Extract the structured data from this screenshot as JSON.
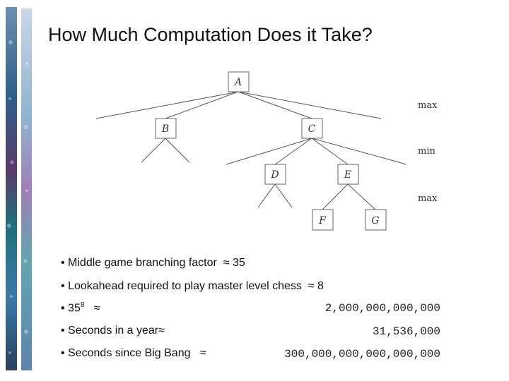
{
  "title": "How Much Computation Does it Take?",
  "tree": {
    "nodes": [
      "A",
      "B",
      "C",
      "D",
      "E",
      "F",
      "G"
    ],
    "levels": [
      "max",
      "min",
      "max"
    ]
  },
  "bullets": [
    {
      "text": "• Middle game branching factor",
      "approx": "≈",
      "value": "35"
    },
    {
      "text": "• Lookahead required to play master level chess",
      "approx": "≈",
      "value": "8"
    },
    {
      "text": "• 35",
      "sup": "8",
      "approx": "≈",
      "value": "2,000,000,000,000"
    },
    {
      "text": "• Seconds in a year",
      "approx": "≈",
      "value": "31,536,000"
    },
    {
      "text": "• Seconds since Big Bang",
      "approx": "≈",
      "value": "300,000,000,000,000,000"
    }
  ],
  "colors": {
    "background": "#ffffff",
    "text": "#111111",
    "node_border": "#666666"
  }
}
